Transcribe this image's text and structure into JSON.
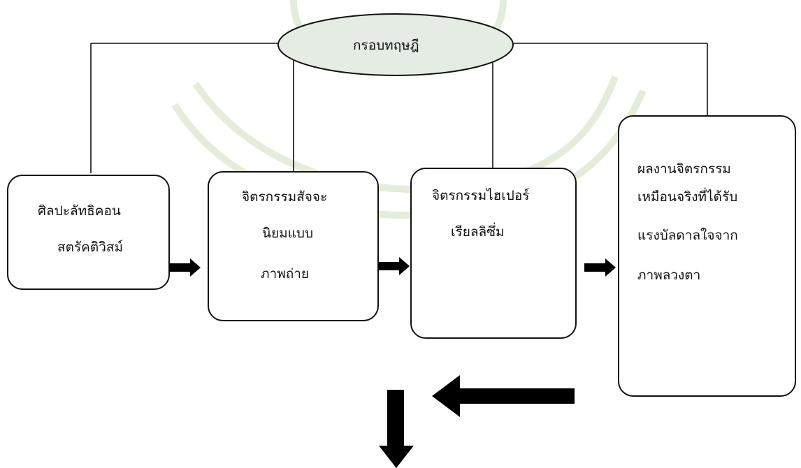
{
  "framework": {
    "title": "กรอบทฤษฎี"
  },
  "boxes": [
    {
      "lines": [
        "ศิลปะลัทธิคอน",
        "สตรัคติวิสม์"
      ]
    },
    {
      "lines": [
        "จิตรกรรมสัจจะ",
        "นิยมแบบ",
        "ภาพถ่าย"
      ]
    },
    {
      "lines": [
        "จิตรกรรมไฮเปอร์",
        "เรียลลิซึ่ม"
      ]
    },
    {
      "lines": [
        "ผลงานจิตรกรรม",
        "เหมือนจริงที่ได้รับ",
        "แรงบัลดาลใจจาก",
        "ภาพลวงตา"
      ]
    }
  ],
  "colors": {
    "ellipse_fill": "#e4ece4",
    "stroke": "#111111",
    "arrow": "#000000",
    "watermark": "#dfe8d2"
  },
  "icons": {
    "arrow_right": "right-arrow-icon",
    "arrow_left": "left-arrow-icon",
    "arrow_down": "down-arrow-icon",
    "watermark": "institution-seal-watermark"
  }
}
